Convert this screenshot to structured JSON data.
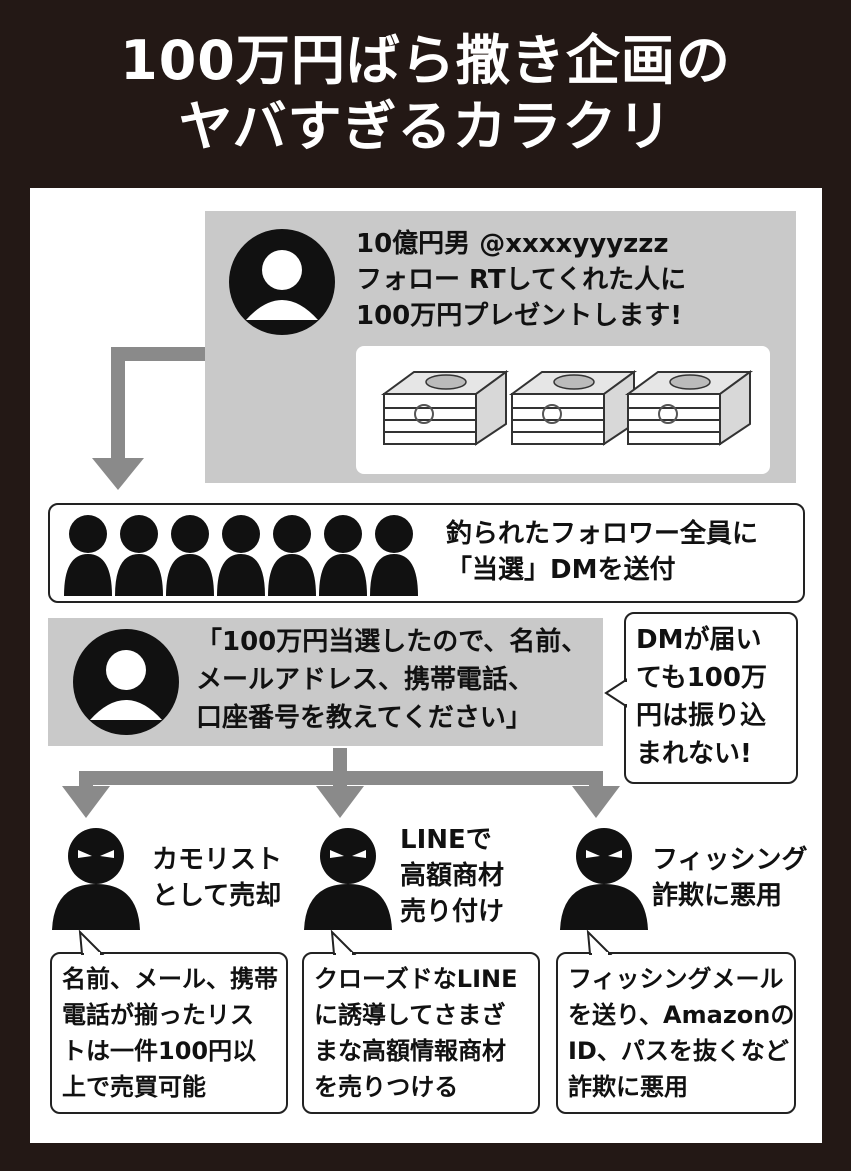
{
  "title": {
    "line1": "100万円ばら撒き企画の",
    "line2": "ヤバすぎるカラクリ"
  },
  "tweet": {
    "handle": "10億円男 @xxxxyyyzzz",
    "line1": "フォロー RTしてくれた人に",
    "line2": "100万円プレゼントします!"
  },
  "followers": {
    "line1": "釣られたフォロワー全員に",
    "line2": "「当選」DMを送付"
  },
  "dm": {
    "line1": "「100万円当選したので、名前、",
    "line2": "メールアドレス、携帯電話、",
    "line3": "口座番号を教えてください」"
  },
  "note": {
    "line1": "DMが届い",
    "line2": "ても100万",
    "line3": "円は振り込",
    "line4": "まれない!"
  },
  "outcomes": [
    {
      "label1": "カモリスト",
      "label2": "として売却",
      "label3": "",
      "desc1": "名前、メール、携帯",
      "desc2": "電話が揃ったリス",
      "desc3": "トは一件100円以",
      "desc4": "上で売買可能"
    },
    {
      "label1": "LINEで",
      "label2": "高額商材",
      "label3": "売り付け",
      "desc1": "クローズドなLINE",
      "desc2": "に誘導してさまざ",
      "desc3": "まな高額情報商材",
      "desc4": "を売りつける"
    },
    {
      "label1": "フィッシング",
      "label2": "詐欺に悪用",
      "label3": "",
      "desc1": "フィッシングメール",
      "desc2": "を送り、Amazonの",
      "desc3": "ID、パスを抜くなど",
      "desc4": "詐欺に悪用"
    }
  ],
  "colors": {
    "background": "#231815",
    "panel": "#ffffff",
    "gray_box": "#c9c9c9",
    "arrow": "#8a8a8a",
    "ink": "#111111"
  }
}
